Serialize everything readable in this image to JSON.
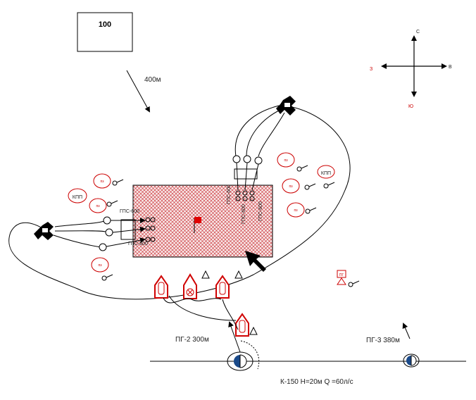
{
  "scale_box": "100",
  "distance_label": "400м",
  "compass": {
    "north": "С",
    "south": "Ю",
    "east": "В",
    "west": "З"
  },
  "ps_label": "пз",
  "kpp_label": "КПП",
  "gps_labels": {
    "left_top": "ГПС-600",
    "left_bottom": "ГПС-600",
    "right_1": "ГПС-600",
    "right_2": "ГПС-600",
    "right_3": "ГПС-600"
  },
  "hydrant_pg2": "ПГ-2 300м",
  "hydrant_pg3": "ПГ-3 380м",
  "reservoir": "К-150 Н=20м Q =60л/с",
  "pump_station_label": "ПГ",
  "colors": {
    "hatch": "#c8282d",
    "building_fill": "#f7e6e6",
    "line": "#000000",
    "vehicle": "#d00000"
  }
}
